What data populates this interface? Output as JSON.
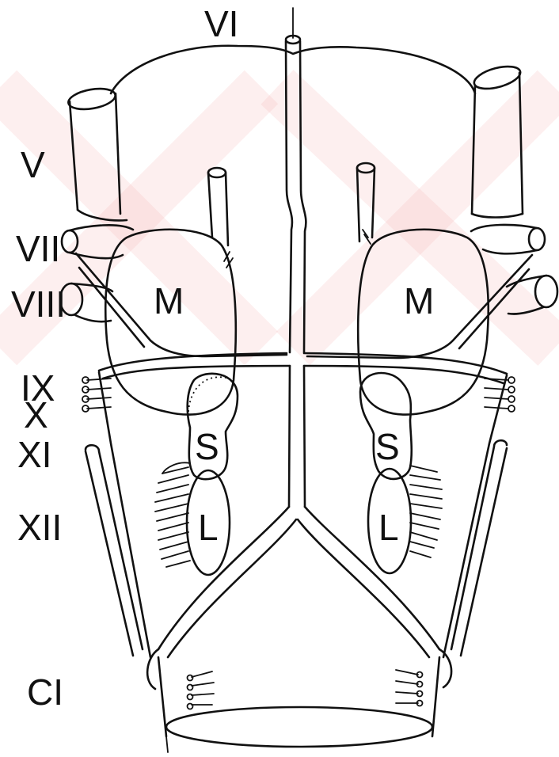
{
  "colors": {
    "ink": "#111111",
    "watermark": "#f4b7b7",
    "background": "#ffffff"
  },
  "labels": {
    "top": "VI",
    "left": [
      "V",
      "VII",
      "VIII",
      "IX",
      "X",
      "XI",
      "XII",
      "CI"
    ],
    "structures": {
      "m": "M",
      "s": "S",
      "l": "L"
    }
  }
}
